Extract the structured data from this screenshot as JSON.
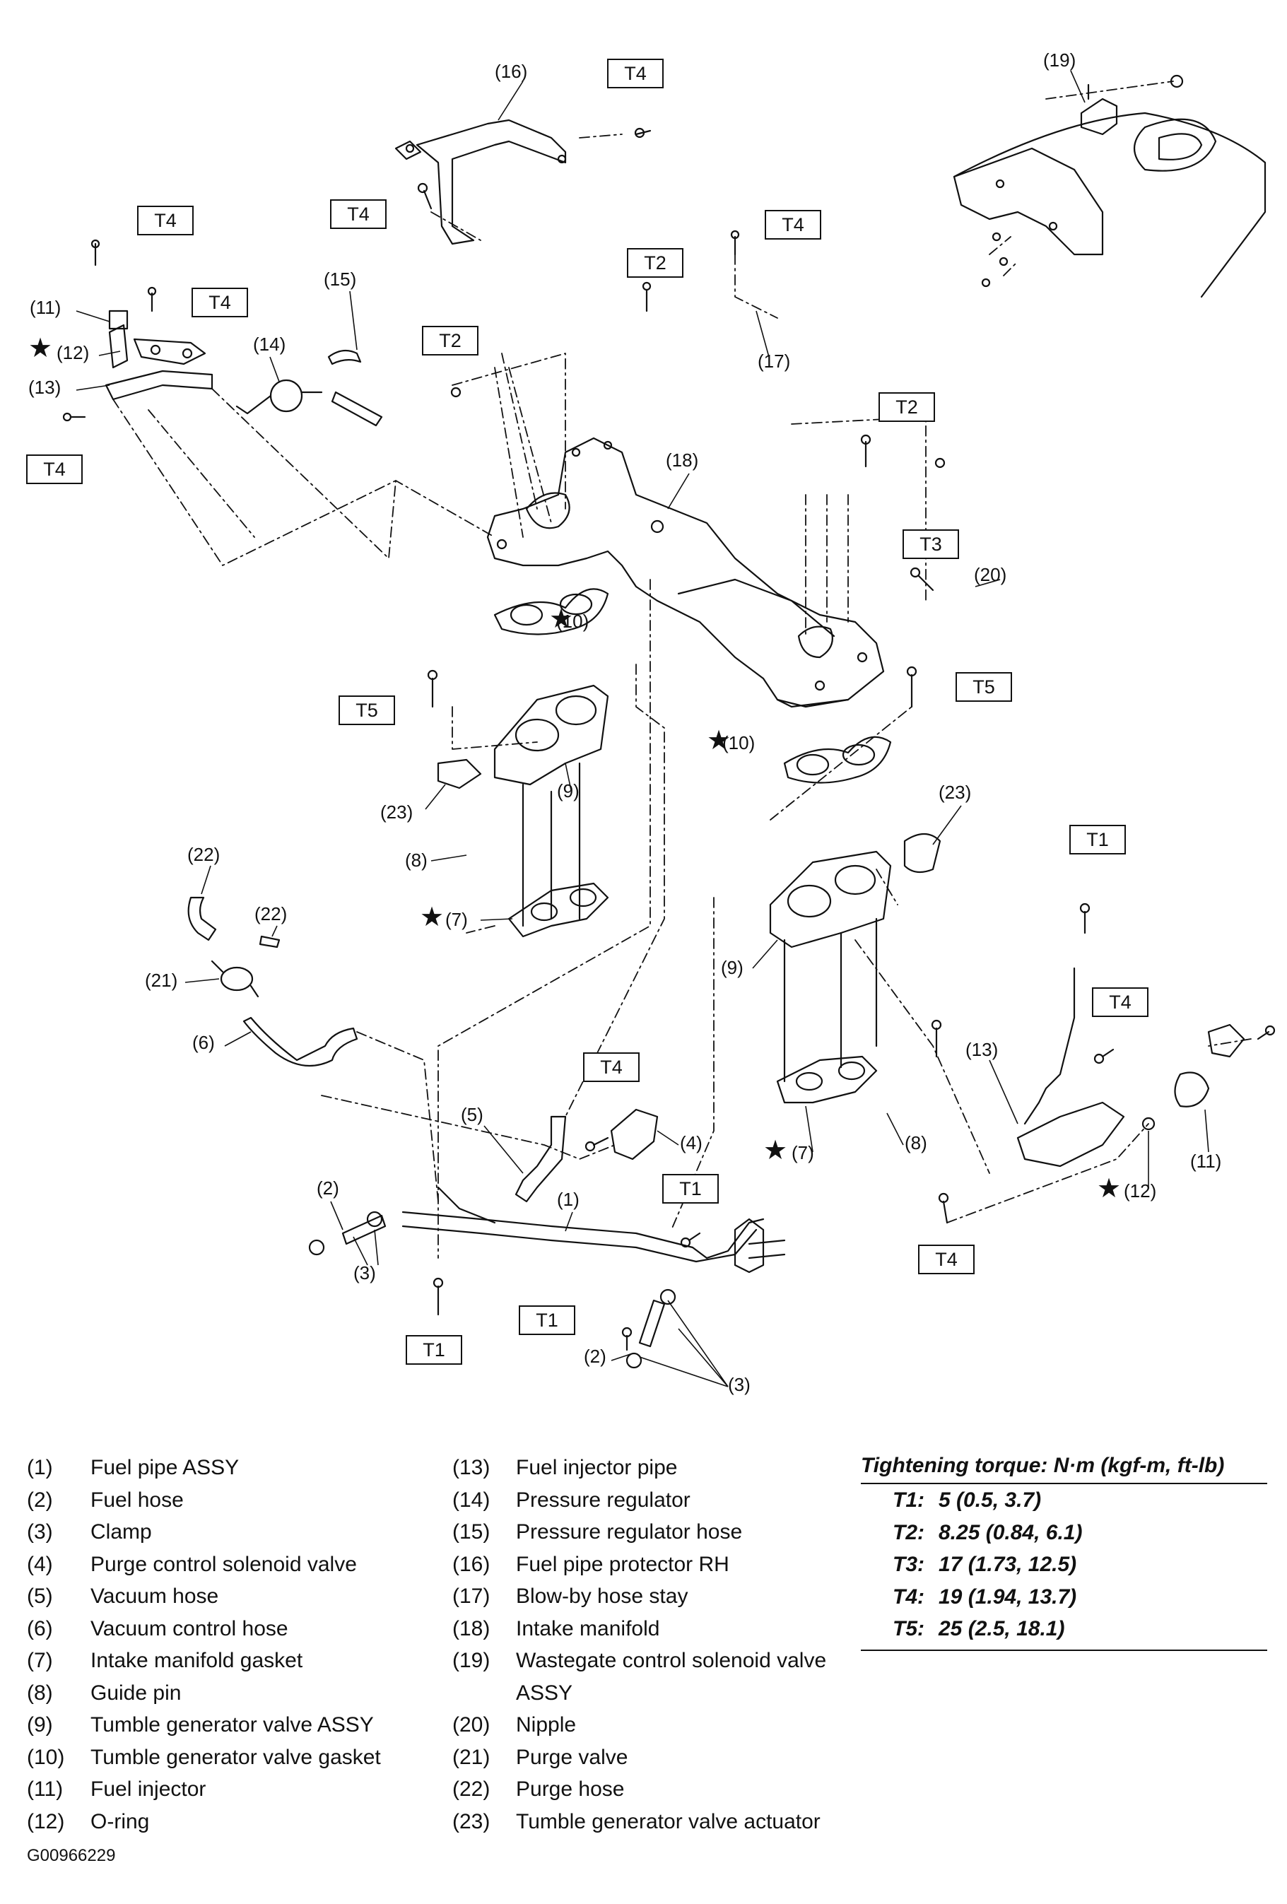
{
  "figure_id": "G00966229",
  "callouts": [
    "(1)",
    "(2)",
    "(3)",
    "(4)",
    "(5)",
    "(6)",
    "(7)",
    "(8)",
    "(9)",
    "(10)",
    "(11)",
    "(12)",
    "(13)",
    "(14)",
    "(15)",
    "(16)",
    "(17)",
    "(18)",
    "(19)",
    "(20)",
    "(21)",
    "(22)",
    "(23)"
  ],
  "torque_labels": {
    "t1": "T1",
    "t2": "T2",
    "t3": "T3",
    "t4": "T4",
    "t5": "T5"
  },
  "star_symbol": "★",
  "legend_left": [
    {
      "num": "(1)",
      "name": "Fuel pipe ASSY"
    },
    {
      "num": "(2)",
      "name": "Fuel hose"
    },
    {
      "num": "(3)",
      "name": "Clamp"
    },
    {
      "num": "(4)",
      "name": "Purge control solenoid valve"
    },
    {
      "num": "(5)",
      "name": "Vacuum hose"
    },
    {
      "num": "(6)",
      "name": "Vacuum control hose"
    },
    {
      "num": "(7)",
      "name": "Intake manifold gasket"
    },
    {
      "num": "(8)",
      "name": "Guide pin"
    },
    {
      "num": "(9)",
      "name": "Tumble generator valve ASSY"
    },
    {
      "num": "(10)",
      "name": "Tumble generator valve gasket"
    },
    {
      "num": "(11)",
      "name": "Fuel injector"
    },
    {
      "num": "(12)",
      "name": "O-ring"
    }
  ],
  "legend_right": [
    {
      "num": "(13)",
      "name": "Fuel injector pipe"
    },
    {
      "num": "(14)",
      "name": "Pressure regulator"
    },
    {
      "num": "(15)",
      "name": "Pressure regulator hose"
    },
    {
      "num": "(16)",
      "name": "Fuel pipe protector RH"
    },
    {
      "num": "(17)",
      "name": "Blow-by hose stay"
    },
    {
      "num": "(18)",
      "name": "Intake manifold"
    },
    {
      "num": "(19)",
      "name": "Wastegate control solenoid valve ASSY"
    },
    {
      "num": "(20)",
      "name": "Nipple"
    },
    {
      "num": "(21)",
      "name": "Purge valve"
    },
    {
      "num": "(22)",
      "name": "Purge hose"
    },
    {
      "num": "(23)",
      "name": "Tumble generator valve actuator"
    }
  ],
  "torque_table": {
    "title": "Tightening torque: N·m (kgf-m, ft-lb)",
    "rows": [
      {
        "code": "T1:",
        "value": "5 (0.5, 3.7)"
      },
      {
        "code": "T2:",
        "value": "8.25 (0.84, 6.1)"
      },
      {
        "code": "T3:",
        "value": "17 (1.73, 12.5)"
      },
      {
        "code": "T4:",
        "value": "19 (1.94, 13.7)"
      },
      {
        "code": "T5:",
        "value": "25 (2.5, 18.1)"
      }
    ]
  }
}
